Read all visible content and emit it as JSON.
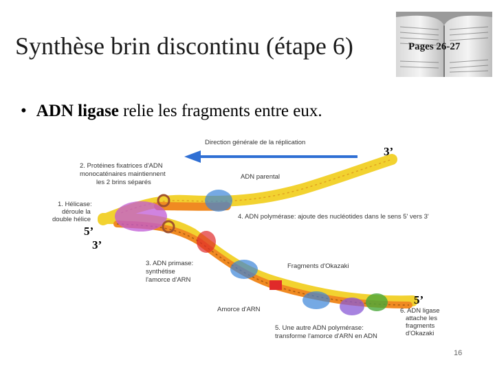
{
  "slide": {
    "title": "Synthèse brin discontinu (étape 6)",
    "pages_label": "Pages 26-27",
    "bullet_bold": "ADN ligase",
    "bullet_rest": " relie les fragments entre eux.",
    "page_number": "16"
  },
  "diagram": {
    "direction": "Direction générale de la réplication",
    "label_2_l1": "2. Protéines fixatrices d'ADN",
    "label_2_l2": "monocaténaires maintiennent",
    "label_2_l3": "les 2 brins séparés",
    "label_parental": "ADN parental",
    "label_1_l1": "1. Hélicase:",
    "label_1_l2": "déroule la",
    "label_1_l3": "double hélice",
    "label_4": "4. ADN polymérase: ajoute des nucléotides dans le sens 5' vers 3'",
    "label_3_l1": "3. ADN primase:",
    "label_3_l2": "synthétise",
    "label_3_l3": "l'amorce d'ARN",
    "label_okazaki": "Fragments d'Okazaki",
    "label_amorce": "Amorce d'ARN",
    "label_5_l1": "5. Une autre ADN polymérase:",
    "label_5_l2": "transforme l'amorce d'ARN en ADN",
    "label_6_l1": "6. ADN ligase",
    "label_6_l2": "attache les",
    "label_6_l3": "fragments",
    "label_6_l4": "d'Okazaki",
    "end_top_3": "3’",
    "end_left_5": "5’",
    "end_left_3": "3’",
    "end_right_5": "5’"
  },
  "colors": {
    "strand_yellow": "#f2d230",
    "strand_orange": "#f08a22",
    "arrow_blue": "#2f6fd4",
    "helicase_purple": "#c05ad6",
    "primase_red": "#e02a2a",
    "polymerase_blue": "#3a84d8",
    "ligase_green": "#4aa83a"
  }
}
